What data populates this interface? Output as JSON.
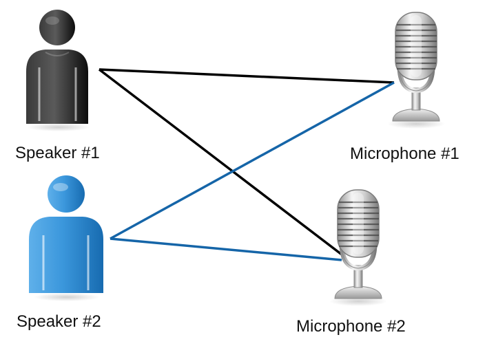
{
  "colors": {
    "speaker_1": "#1c1c1c",
    "speaker_2": "#1f7cc9",
    "link_speaker_1": "#000000",
    "link_speaker_2": "#1565a8",
    "microphone_metal": "#b8b8b8"
  },
  "nodes": {
    "speaker_1": {
      "label": "Speaker #1",
      "icon": "person-icon"
    },
    "speaker_2": {
      "label": "Speaker #2",
      "icon": "person-icon"
    },
    "microphone_1": {
      "label": "Microphone #1",
      "icon": "microphone-icon"
    },
    "microphone_2": {
      "label": "Microphone #2",
      "icon": "microphone-icon"
    }
  },
  "links": [
    {
      "from": "speaker_1",
      "to": "microphone_1",
      "color": "#000000"
    },
    {
      "from": "speaker_1",
      "to": "microphone_2",
      "color": "#000000"
    },
    {
      "from": "speaker_2",
      "to": "microphone_1",
      "color": "#1565a8"
    },
    {
      "from": "speaker_2",
      "to": "microphone_2",
      "color": "#1565a8"
    }
  ]
}
